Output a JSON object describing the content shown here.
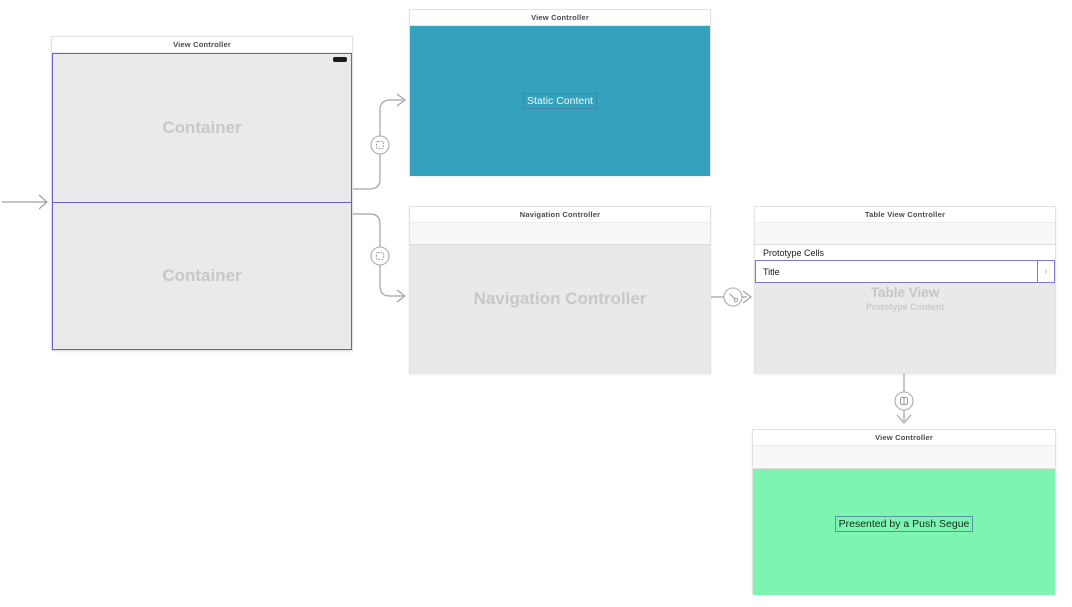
{
  "colors": {
    "teal": "#34A2BC",
    "green": "#7DF5B0",
    "purple": "#6A5FC6",
    "cell_purple": "#8078CE",
    "scene_gray": "#E9E9E9",
    "container_gray": "#EAE9EC",
    "gray_text": "#C8C8C8",
    "line": "#A2A2A2"
  },
  "scenes": {
    "container_vc": {
      "title": "View Controller",
      "container_top": "Container",
      "container_bottom": "Container"
    },
    "static_vc": {
      "title": "View Controller",
      "label": "Static Content"
    },
    "nav": {
      "title": "Navigation Controller",
      "placeholder": "Navigation Controller"
    },
    "table": {
      "title": "Table View Controller",
      "section": "Prototype Cells",
      "cell": "Title",
      "accessory": "›",
      "placeholder": "Table View",
      "placeholder_sub": "Prototype Content"
    },
    "push_vc": {
      "title": "View Controller",
      "label": "Presented by a Push Segue"
    }
  }
}
